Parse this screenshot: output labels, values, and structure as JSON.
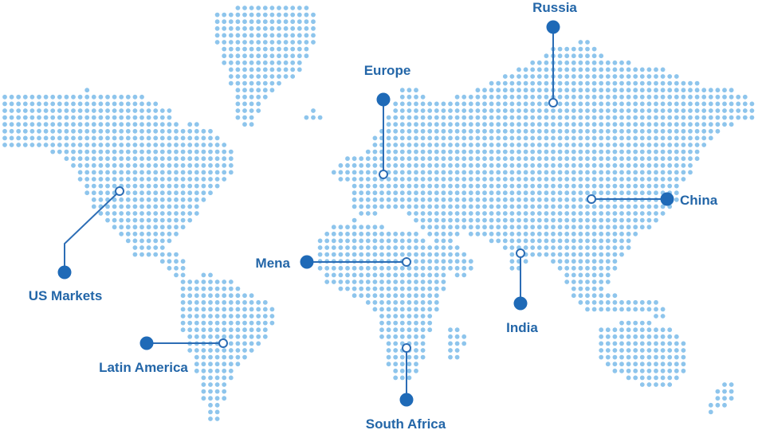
{
  "colors": {
    "dot": "#8ec5ec",
    "line": "#2c6db5",
    "marker": "#1f6ab7",
    "label": "#2366a8",
    "background": "#ffffff"
  },
  "regions": [
    {
      "key": "us-markets",
      "label": "US Markets"
    },
    {
      "key": "latin-america",
      "label": "Latin America"
    },
    {
      "key": "europe",
      "label": "Europe"
    },
    {
      "key": "russia",
      "label": "Russia"
    },
    {
      "key": "mena",
      "label": "Mena"
    },
    {
      "key": "south-africa",
      "label": "South Africa"
    },
    {
      "key": "india",
      "label": "India"
    },
    {
      "key": "china",
      "label": "China"
    }
  ]
}
